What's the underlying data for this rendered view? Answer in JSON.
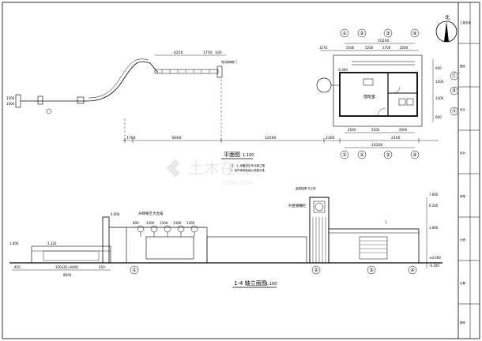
{
  "plan": {
    "title": "平面图",
    "scale": "1:100",
    "notes": [
      "注：1. 设备详见专业施工图",
      "2. 室外场地标高以总图为准"
    ],
    "dims_top": [
      "6250",
      "1750",
      "100"
    ],
    "dims_bottom": [
      "1700",
      "8000",
      "12500",
      "2300",
      "2100"
    ],
    "label_road": "电动伸缩门",
    "left_dims": [
      "1000",
      "1500"
    ]
  },
  "guardhouse": {
    "axes_top": [
      "①",
      "②",
      "③",
      "④"
    ],
    "axes_bottom": [
      "①",
      "②",
      "③",
      "④"
    ],
    "axes_right": [
      "Ⓒ",
      "Ⓑ",
      "Ⓐ"
    ],
    "dims_top_total": "10200",
    "dims_top": [
      "3270",
      "2500",
      "5200",
      "2700",
      "2000"
    ],
    "dims_bottom": [
      "2500",
      "5200",
      "2900"
    ],
    "dims_bottom_total": "10200",
    "room_label": "值班室",
    "level": "-0.300",
    "right_dims": [
      "600",
      "1500",
      "1300",
      "600"
    ]
  },
  "elevation": {
    "title": "1-4 轴立面图",
    "scale": "1:100",
    "labels": {
      "gate_sign": "升降铁艺大合扇",
      "right_sign": "升金钢栅栏",
      "top_sign": "金属铭牌 字立体",
      "rail_label": "1"
    },
    "levels_left": [
      "1.800",
      "4.600",
      "2.120"
    ],
    "levels_right": [
      "7.800",
      "6.200",
      "3.800",
      "±0.000",
      "-0.300"
    ],
    "dims_bottom": [
      "450",
      "320x20=6400",
      "450",
      "8000"
    ],
    "dims_gate": [
      "800",
      "1300",
      "1300",
      "1300",
      "1300"
    ],
    "axis_marks": [
      "①",
      "②",
      "③",
      "④"
    ]
  },
  "north": {
    "label": "北"
  },
  "title_block": {
    "rows": [
      "工程名称",
      "图名",
      "设计",
      "校对",
      "审核",
      "比例",
      "日期",
      "图号"
    ]
  },
  "watermark": {
    "cn": "土木在线",
    "en": "COI88.COM"
  }
}
